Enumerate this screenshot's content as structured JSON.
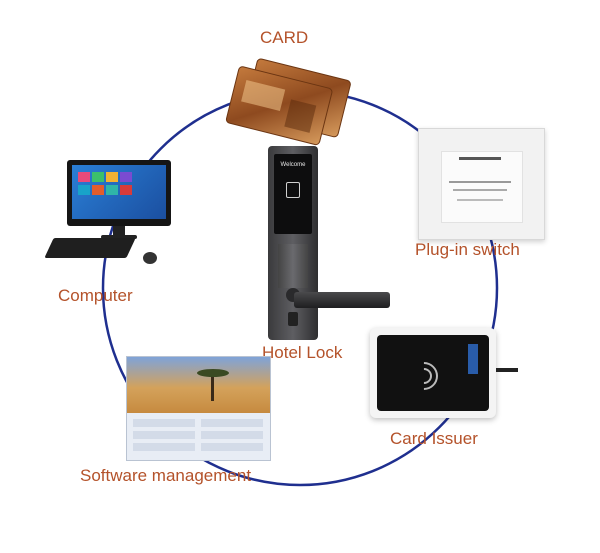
{
  "labels": {
    "card": "CARD",
    "plugin_switch": "Plug-in switch",
    "computer": "Computer",
    "hotel_lock": "Hotel Lock",
    "card_issuer": "Card Issuer",
    "software": "Software management"
  },
  "lock_screen_text": "Welcome",
  "colors": {
    "ring": "#1f2f8f",
    "label": "#b4522a"
  }
}
